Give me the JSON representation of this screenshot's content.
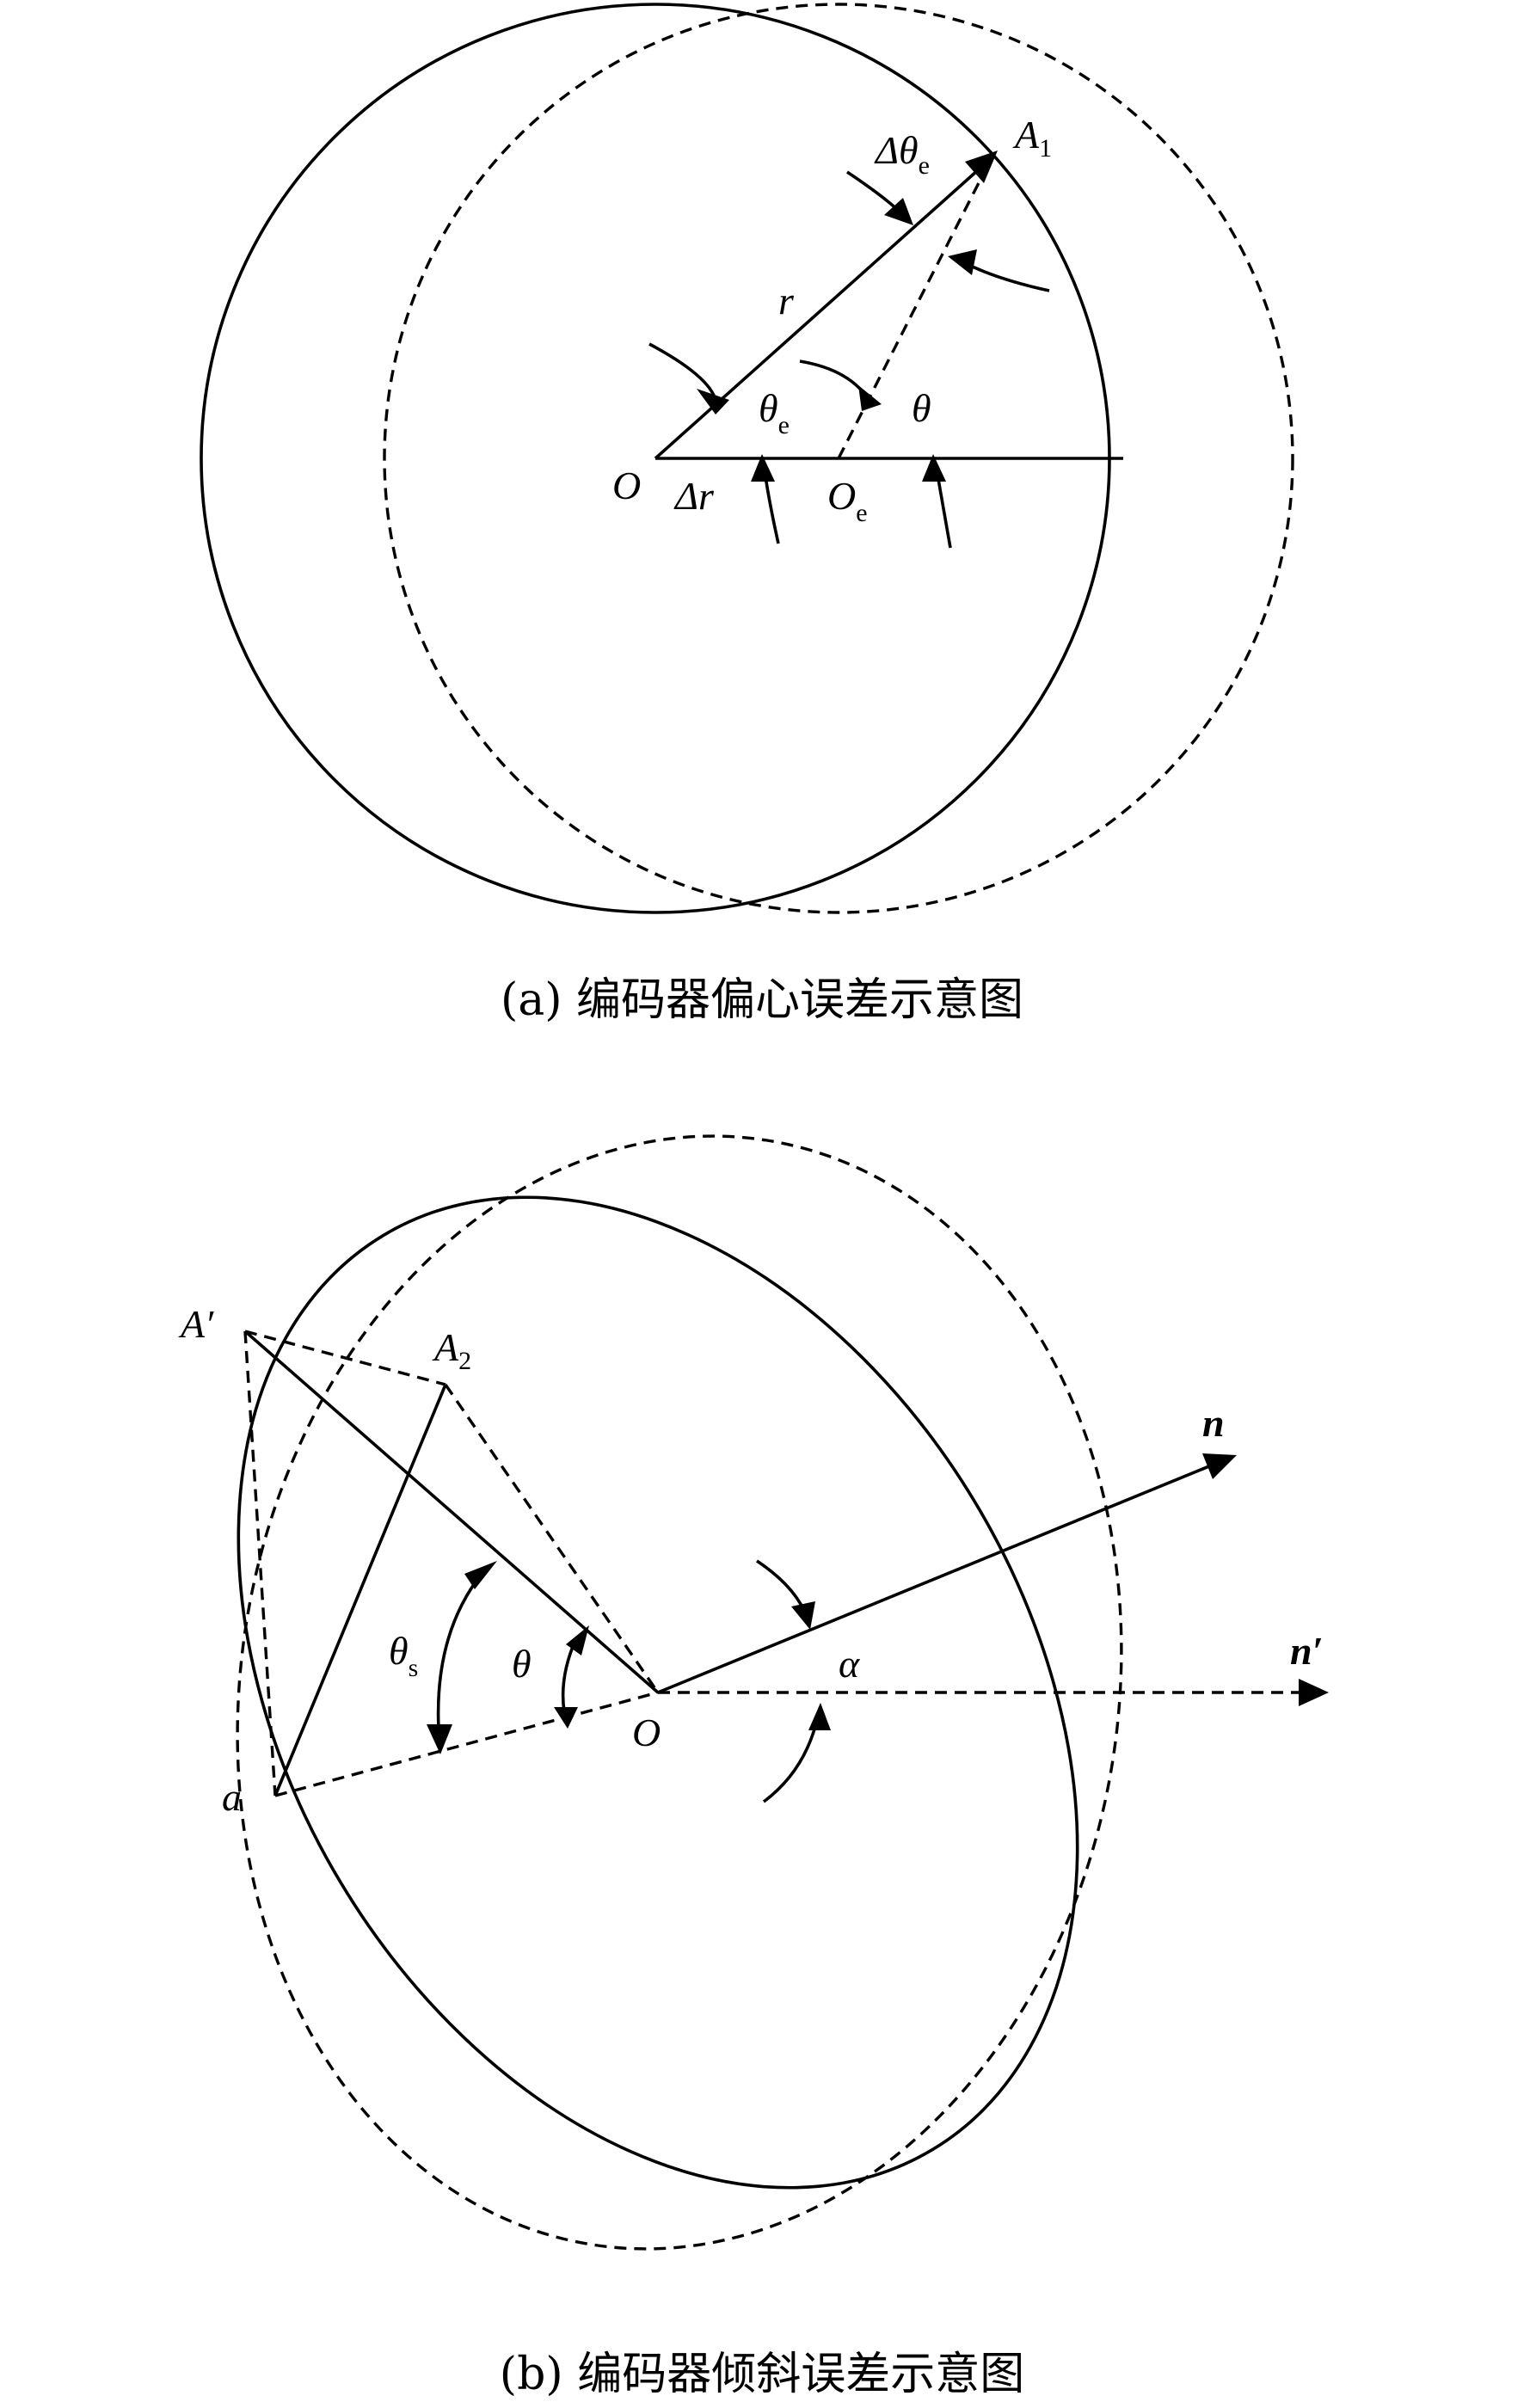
{
  "figure_a": {
    "caption": "(a) 编码器偏心误差示意图",
    "labels": {
      "A": "A",
      "A_sub": "1",
      "dtheta": "Δθ",
      "dtheta_sub": "e",
      "r": "r",
      "theta_e": "θ",
      "theta_e_sub": "e",
      "theta": "θ",
      "O": "O",
      "dr": "Δr",
      "Oe": "O",
      "Oe_sub": "e"
    }
  },
  "figure_b": {
    "caption": "(b) 编码器倾斜误差示意图",
    "labels": {
      "Aprime": "A′",
      "A2": "A",
      "A2_sub": "2",
      "n": "n",
      "nprime": "n′",
      "theta_s": "θ",
      "theta_s_sub": "s",
      "theta": "θ",
      "O": "O",
      "alpha": "α",
      "a": "a"
    }
  }
}
